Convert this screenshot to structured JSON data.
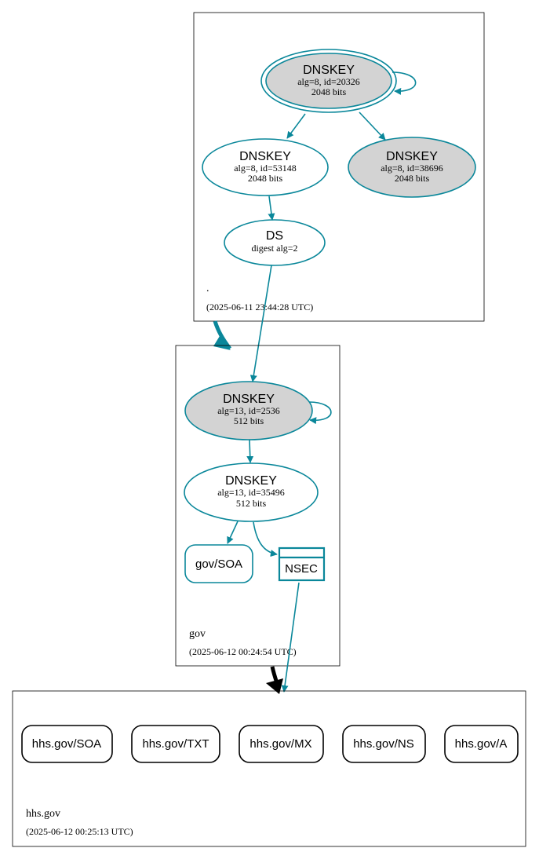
{
  "colors": {
    "edge": "#0a879a",
    "secure_fill": "#d3d3d3",
    "box_border": "#000000",
    "delegation_arrow": "#000000"
  },
  "zones": {
    "root": {
      "label": ".",
      "timestamp": "(2025-06-11 23:44:28 UTC)",
      "ksk": {
        "type": "DNSKEY",
        "detail": "alg=8, id=20326",
        "bits": "2048 bits"
      },
      "zsk_a": {
        "type": "DNSKEY",
        "detail": "alg=8, id=53148",
        "bits": "2048 bits"
      },
      "zsk_b": {
        "type": "DNSKEY",
        "detail": "alg=8, id=38696",
        "bits": "2048 bits"
      },
      "ds": {
        "type": "DS",
        "detail": "digest alg=2"
      }
    },
    "gov": {
      "label": "gov",
      "timestamp": "(2025-06-12 00:24:54 UTC)",
      "ksk": {
        "type": "DNSKEY",
        "detail": "alg=13, id=2536",
        "bits": "512 bits"
      },
      "zsk": {
        "type": "DNSKEY",
        "detail": "alg=13, id=35496",
        "bits": "512 bits"
      },
      "soa": "gov/SOA",
      "nsec": "NSEC"
    },
    "hhs": {
      "label": "hhs.gov",
      "timestamp": "(2025-06-12 00:25:13 UTC)",
      "records": [
        "hhs.gov/SOA",
        "hhs.gov/TXT",
        "hhs.gov/MX",
        "hhs.gov/NS",
        "hhs.gov/A"
      ]
    }
  }
}
